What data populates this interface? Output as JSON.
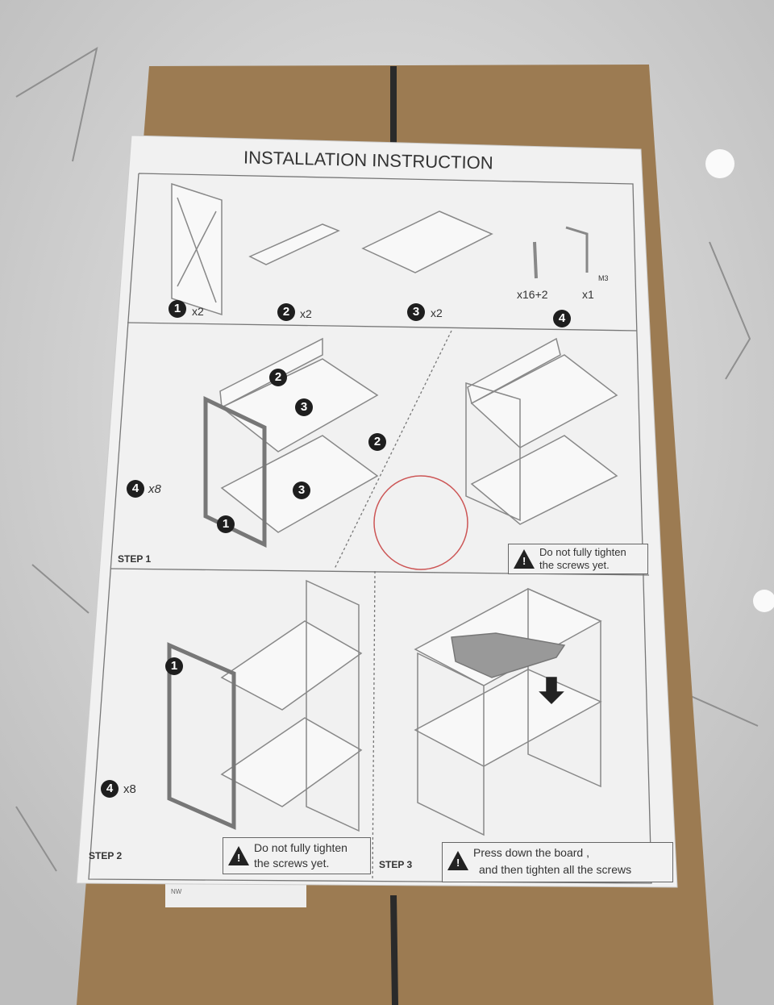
{
  "sheet": {
    "title": "INSTALLATION INSTRUCTION",
    "parts": [
      {
        "number": "1",
        "qty": "x2"
      },
      {
        "number": "2",
        "qty": "x2"
      },
      {
        "number": "3",
        "qty": "x2"
      },
      {
        "number": "4",
        "screw_qty": "x16+2",
        "key_qty": "x1",
        "key_size": "M3"
      }
    ],
    "step1": {
      "label": "STEP 1",
      "callouts": [
        "2",
        "3",
        "2",
        "3",
        "1",
        "4"
      ],
      "screw_qty": "x8",
      "warning": [
        "Do not fully tighten",
        "the screws yet."
      ]
    },
    "step2": {
      "label": "STEP 2",
      "callouts": [
        "1",
        "4"
      ],
      "screw_qty": "x8",
      "warning": [
        "Do not fully tighten",
        "the screws yet."
      ]
    },
    "step3": {
      "label": "STEP 3",
      "warning": [
        "Press down the  board ,",
        "and then tighten all the screws"
      ]
    },
    "warning_symbol": "!",
    "sticker": "NW"
  },
  "colors": {
    "paper": "#f1f1f1",
    "cardboard": "#9c7b52",
    "marble": "#dedede",
    "ink": "#333333"
  }
}
